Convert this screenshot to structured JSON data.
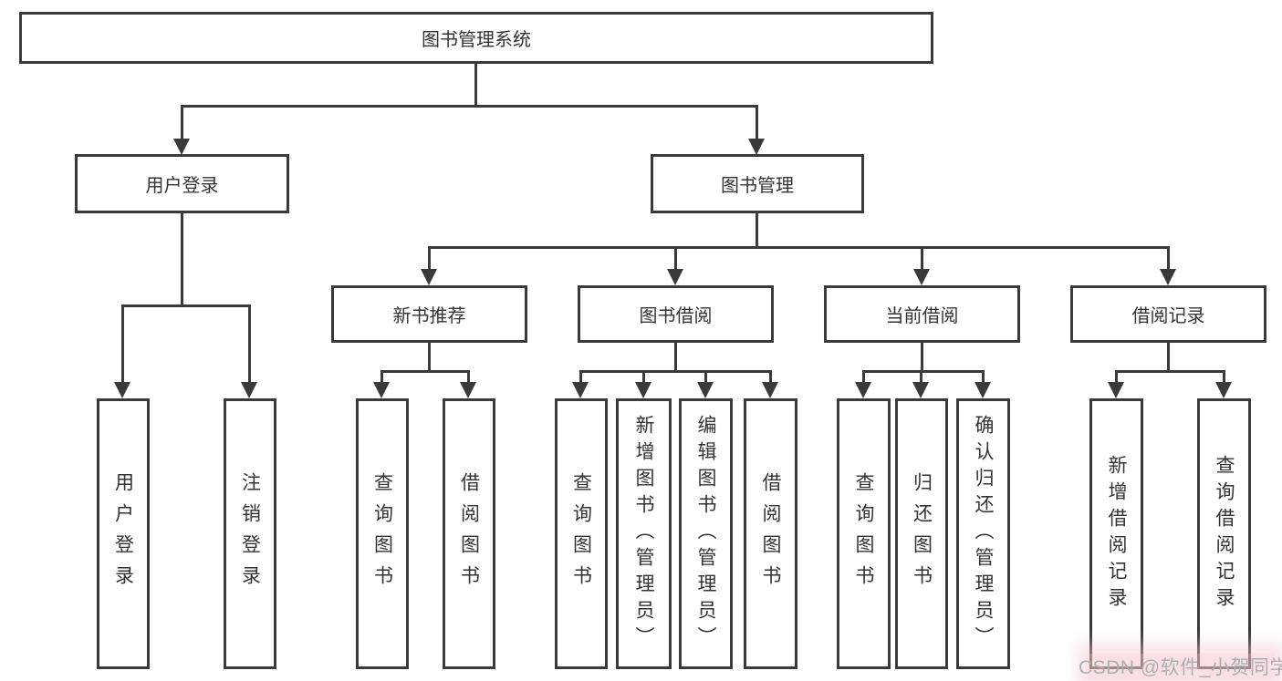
{
  "diagram": {
    "colors": {
      "line": "#3a3a3a",
      "box_border": "#3a3a3a",
      "box_fill": "#ffffff",
      "text": "#333333",
      "background": "#ffffff"
    },
    "nodes": {
      "root": "图书管理系统",
      "user_login": "用户登录",
      "book_management": "图书管理",
      "new_book_recommend": "新书推荐",
      "book_borrow": "图书借阅",
      "current_borrow": "当前借阅",
      "borrow_records": "借阅记录"
    },
    "leaves": {
      "user_login": [
        "用户登录",
        "注销登录"
      ],
      "new_book_recommend": [
        "查询图书",
        "借阅图书"
      ],
      "book_borrow": [
        "查询图书",
        "新增图书（管理员）",
        "编辑图书（管理员）",
        "借阅图书"
      ],
      "current_borrow": [
        "查询图书",
        "归还图书",
        "确认归还（管理员）"
      ],
      "borrow_records": [
        "新增借阅记录",
        "查询借阅记录"
      ]
    }
  },
  "watermark": {
    "text": "CSDN @软件_小贺同学",
    "text_color": "#aeaeae",
    "accent_color": "#f3c6cc"
  }
}
